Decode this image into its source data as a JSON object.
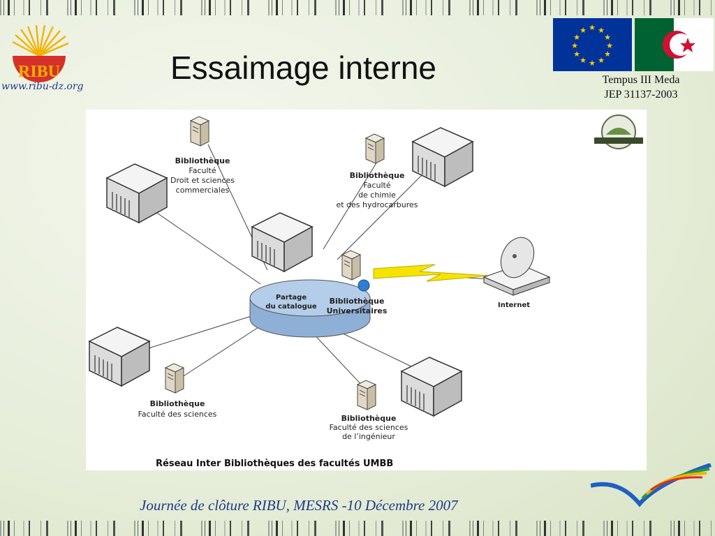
{
  "slide": {
    "title": "Essaimage interne",
    "logo_text": "RIBU",
    "logo_url": "www.ribu-dz.org",
    "tempus_line1": "Tempus III Meda",
    "tempus_line2": "JEP 31137-2003",
    "footer": "Journée de clôture RIBU, MESRS -10 Décembre 2007"
  },
  "diagram": {
    "caption": "Réseau Inter Bibliothèques des facultés UMBB",
    "hub_label_1": "Partage",
    "hub_label_2": "du catalogue",
    "libraries": [
      {
        "title": "Bibliothèque",
        "lines": [
          "Faculté",
          "Droit et sciences",
          "commerciales"
        ]
      },
      {
        "title": "Bibliothèque",
        "lines": [
          "Faculté",
          "de chimie",
          "et des hydrocarbures"
        ]
      },
      {
        "title": "Bibliothèque",
        "lines": [
          "Universitaires"
        ]
      },
      {
        "title": "Bibliothèque",
        "lines": [
          "Faculté des sciences"
        ]
      },
      {
        "title": "Bibliothèque",
        "lines": [
          "Faculté des sciences",
          "de l’ingénieur"
        ]
      }
    ],
    "internet_label": "Internet"
  },
  "colors": {
    "title_text": "#111111",
    "link_blue": "#1f3a8a",
    "eu_blue": "#003399",
    "eu_star": "#ffcc00",
    "dz_green": "#006233",
    "dz_red": "#d21034",
    "lightning": "#f5e400"
  }
}
